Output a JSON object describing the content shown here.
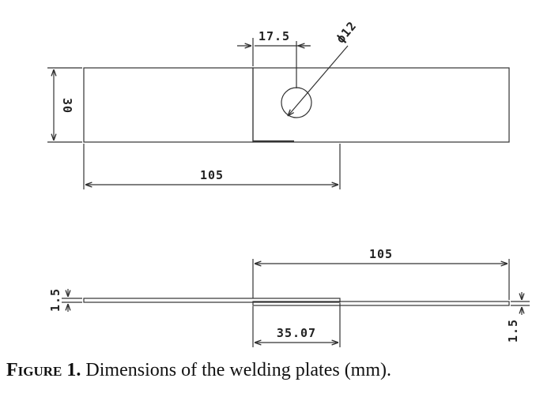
{
  "top_view": {
    "dim_width": "30",
    "dim_length": "105",
    "dim_offset": "17.5",
    "dim_hole": "ϕ12"
  },
  "side_view": {
    "dim_thickness_left": "1.5",
    "dim_thickness_right": "1.5",
    "dim_length": "105",
    "dim_overlap": "35.07"
  },
  "caption": {
    "label": "Figure 1.",
    "text": " Dimensions of the welding plates (mm)."
  }
}
